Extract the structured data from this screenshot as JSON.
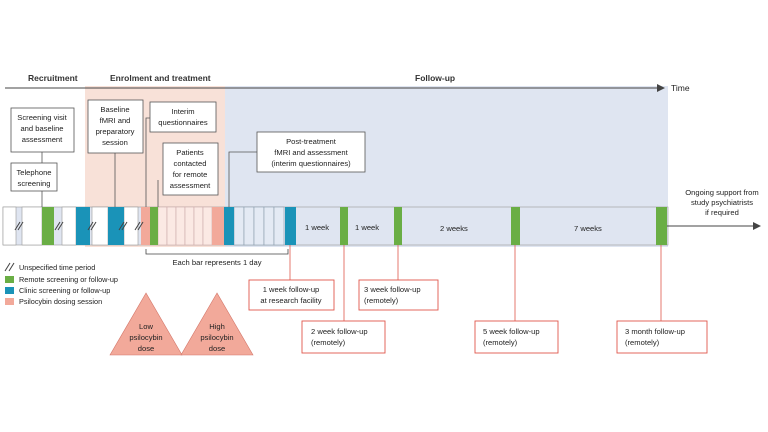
{
  "phases": {
    "recruitment": "Recruitment",
    "enrolment": "Enrolment and treatment",
    "followup": "Follow-up",
    "time": "Time"
  },
  "boxes": {
    "screening_visit": [
      "Screening visit",
      "and baseline",
      "assessment"
    ],
    "telephone": [
      "Telephone",
      "screening"
    ],
    "baseline": [
      "Baseline",
      "fMRI and",
      "preparatory",
      "session"
    ],
    "interim": [
      "Interim",
      "questionnaires"
    ],
    "patients": [
      "Patients",
      "contacted",
      "for remote",
      "assessment"
    ],
    "post_treatment": [
      "Post-treatment",
      "fMRI and assessment",
      "(interim questionnaires)"
    ]
  },
  "timeline": {
    "week_labels": [
      "1 week",
      "1 week",
      "2 weeks",
      "7 weeks"
    ],
    "each_bar": "Each bar represents 1 day",
    "ongoing": [
      "Ongoing support from",
      "study psychiatrists",
      "if required"
    ]
  },
  "legend": {
    "unspecified": "Unspecified time period",
    "remote": "Remote screening or follow-up",
    "clinic": "Clinic screening or follow-up",
    "psilocybin": "Psilocybin dosing session"
  },
  "doses": {
    "low": [
      "Low",
      "psilocybin",
      "dose"
    ],
    "high": [
      "High",
      "psilocybin",
      "dose"
    ]
  },
  "followups": {
    "fu1": [
      "1 week follow-up",
      "at research facility"
    ],
    "fu2": [
      "2 week follow-up",
      "(remotely)"
    ],
    "fu3": [
      "3 week follow-up",
      "(remotely)"
    ],
    "fu5": [
      "5 week follow-up",
      "(remotely)"
    ],
    "fu3m": [
      "3 month follow-up",
      "(remotely)"
    ]
  },
  "colors": {
    "remote": "#6aae45",
    "clinic": "#1a93b8",
    "psilocybin": "#f2a99a",
    "red_border": "#e0574b",
    "followup_bg": "#dfe5f1",
    "enrolment_bg": "#f8e1d8"
  }
}
